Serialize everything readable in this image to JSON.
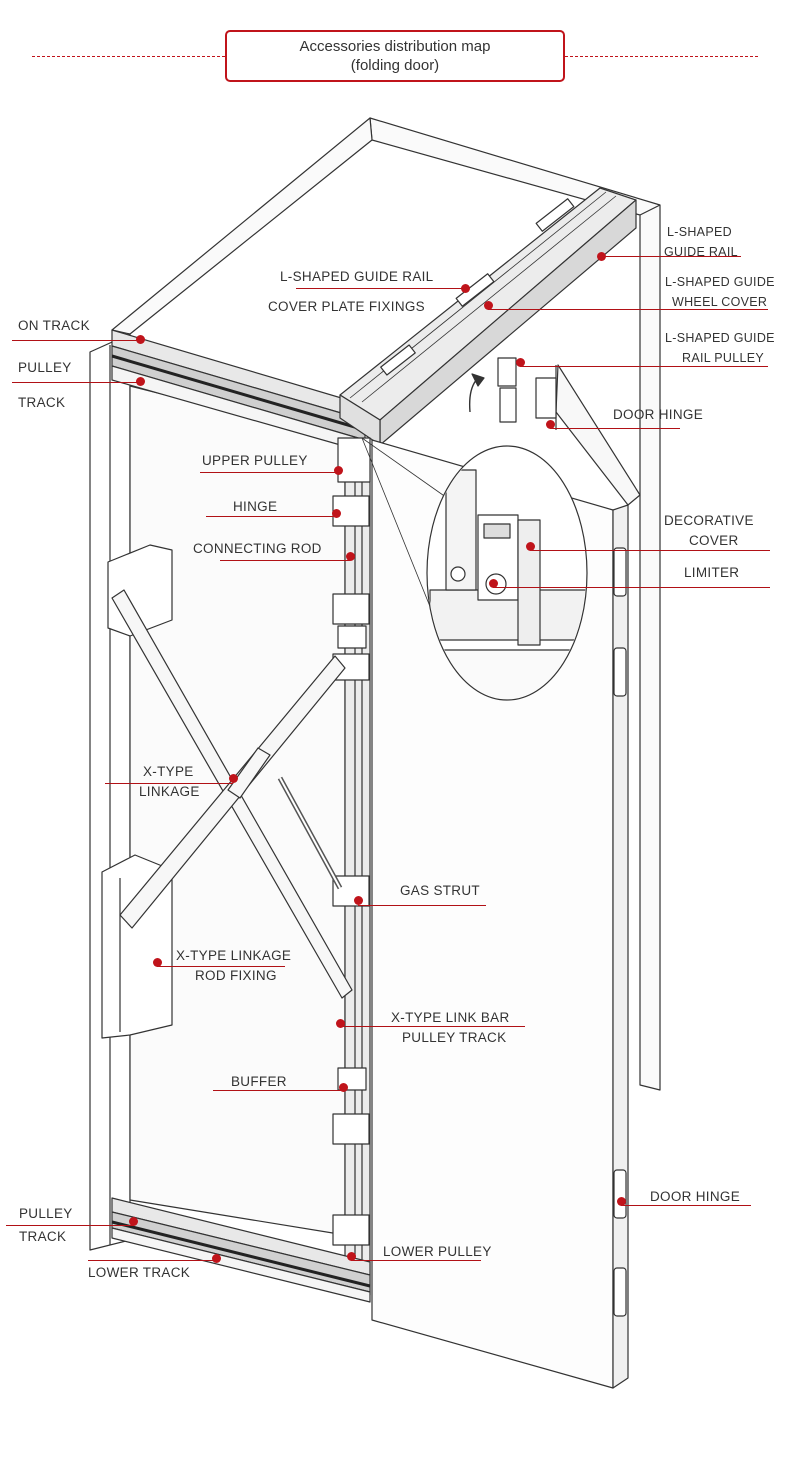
{
  "title": {
    "line1": "Accessories distribution map",
    "line2": "(folding door)"
  },
  "colors": {
    "accent": "#c0141b",
    "line": "#333333",
    "panel_shade": "#f3f3f3"
  },
  "labels": {
    "l_guide_rail_a": "L-SHAPED",
    "l_guide_rail_b": "GUIDE RAIL",
    "l_rail": "L-SHAPED GUIDE RAIL",
    "cover_plate": "COVER PLATE FIXINGS",
    "wheel_cover_a": "L-SHAPED GUIDE",
    "wheel_cover_b": "WHEEL COVER",
    "rail_pulley_a": "L-SHAPED GUIDE",
    "rail_pulley_b": "RAIL PULLEY",
    "on_track": "ON TRACK",
    "pulley_top": "PULLEY",
    "track_top": "TRACK",
    "door_hinge_top": "DOOR HINGE",
    "upper_pulley": "UPPER PULLEY",
    "hinge": "HINGE",
    "connecting_rod": "CONNECTING ROD",
    "decorative_a": "DECORATIVE",
    "decorative_b": "COVER",
    "limiter": "LIMITER",
    "x_type_a": "X-TYPE",
    "x_type_b": "LINKAGE",
    "gas_strut": "GAS STRUT",
    "rod_fixing_a": "X-TYPE LINKAGE",
    "rod_fixing_b": "ROD FIXING",
    "link_bar_a": "X-TYPE LINK BAR",
    "link_bar_b": "PULLEY TRACK",
    "buffer": "BUFFER",
    "door_hinge_bottom": "DOOR HINGE",
    "pulley_bottom": "PULLEY",
    "track_bottom": "TRACK",
    "lower_pulley": "LOWER PULLEY",
    "lower_track": "LOWER TRACK"
  }
}
